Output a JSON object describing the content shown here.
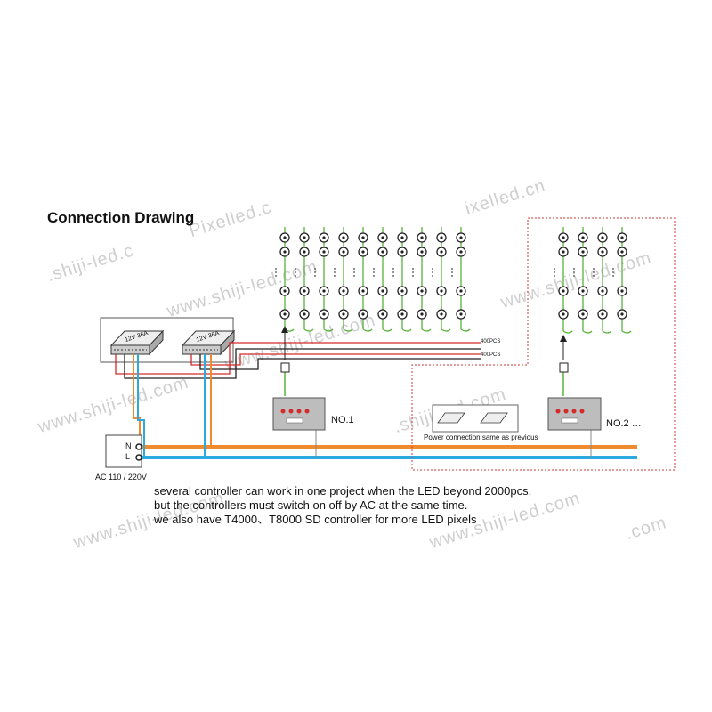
{
  "title": "Connection Drawing",
  "watermark_texts": [
    ".shiji-led.c",
    "Pixelled.c",
    "ixelled.cn",
    "www.shiji-led.com",
    "www.shiji-led.com",
    "www.shiji-led.com",
    ".shiji-led.com",
    "www.shiji-led.com",
    "www.shiji-led.com",
    ".com",
    "www.shiji-led.com"
  ],
  "power_supply_label": "12V 36A",
  "strip_counts": [
    "400PCS",
    "400PCS"
  ],
  "controllers": [
    {
      "label": "NO.1"
    },
    {
      "label": "NO.2 …"
    }
  ],
  "power_note": "Power connection same as previous",
  "terminal": {
    "n": "N",
    "l": "L",
    "ac": "AC 110 / 220V"
  },
  "caption": [
    "several controller can work in one project when the LED beyond 2000pcs,",
    "but the controllers must switch on off by AC at the same time.",
    "we also have T4000、T8000 SD controller for more LED pixels"
  ],
  "colors": {
    "neutral_wire": "#f08a2e",
    "live_wire": "#2ea9df",
    "dc_red": "#d42a2a",
    "data_green": "#58b33a",
    "dashed_frame": "#d23a3a"
  }
}
